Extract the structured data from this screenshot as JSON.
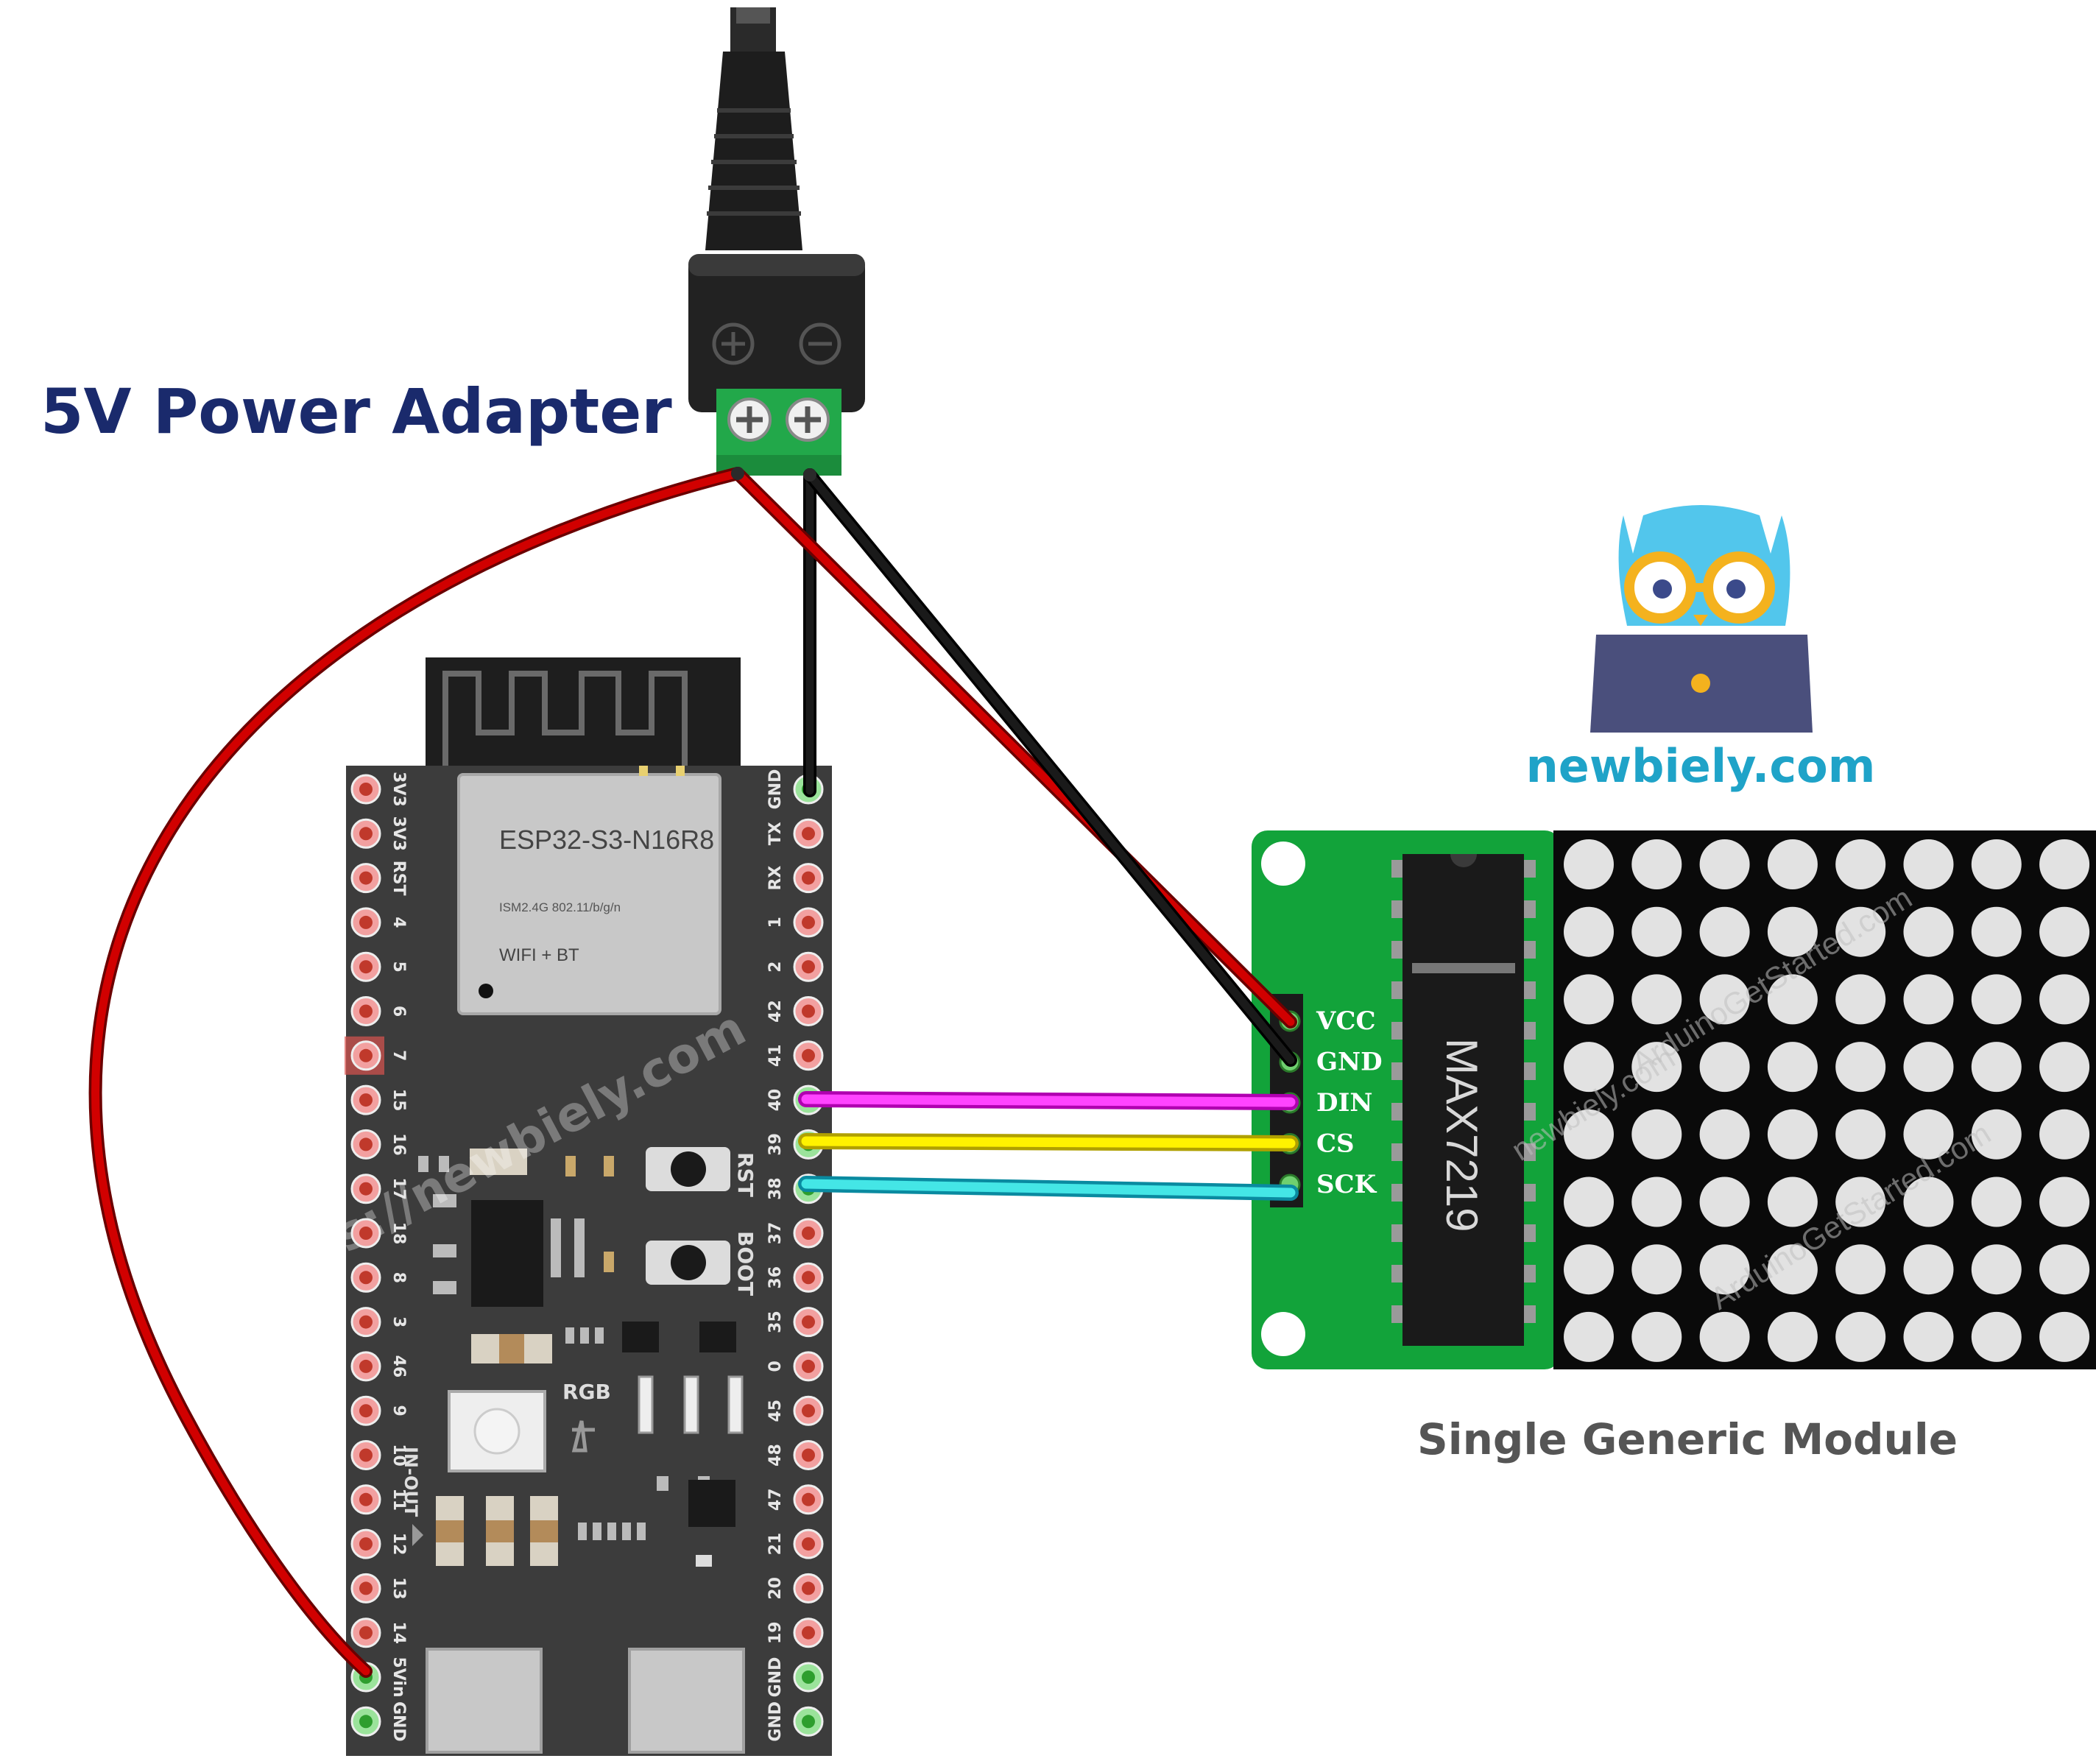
{
  "labels": {
    "power_adapter": "5V Power Adapter",
    "module_caption": "Single Generic Module",
    "brand": "newbiely.com",
    "chip_name": "MAX7219",
    "watermark_url": "https://newbiely.com",
    "matrix_watermark_1": "ArduinoGetStarted.com",
    "matrix_watermark_2": "newbiely.com"
  },
  "esp32": {
    "module_name": "ESP32-S3-N16R8",
    "module_spec": "ISM2.4G 802.11/b/g/n",
    "module_feature": "WIFI + BT",
    "rst_label": "RST",
    "boot_label": "BOOT",
    "rgb_label": "RGB",
    "inout_label": "IN-OUT",
    "left_pins": [
      "3V3",
      "3V3",
      "RST",
      "4",
      "5",
      "6",
      "7",
      "15",
      "16",
      "17",
      "18",
      "8",
      "3",
      "46",
      "9",
      "10",
      "11",
      "12",
      "13",
      "14",
      "5Vin",
      "GND"
    ],
    "right_pins": [
      "GND",
      "TX",
      "RX",
      "1",
      "2",
      "42",
      "41",
      "40",
      "39",
      "38",
      "37",
      "36",
      "35",
      "0",
      "45",
      "48",
      "47",
      "21",
      "20",
      "19",
      "GND",
      "GND"
    ]
  },
  "matrix_module": {
    "pins": [
      "VCC",
      "GND",
      "DIN",
      "CS",
      "SCK"
    ]
  },
  "colors": {
    "title_blue": "#1a2a6c",
    "caption_gray": "#555555",
    "brand_teal": "#1fa3c8",
    "board": "#3c3c3c",
    "pcb_green": "#12a33a",
    "wire_red": "#cc0000",
    "wire_black": "#111111",
    "wire_magenta": "#ff33ff",
    "wire_yellow": "#ffee00",
    "wire_cyan": "#33dddd"
  }
}
